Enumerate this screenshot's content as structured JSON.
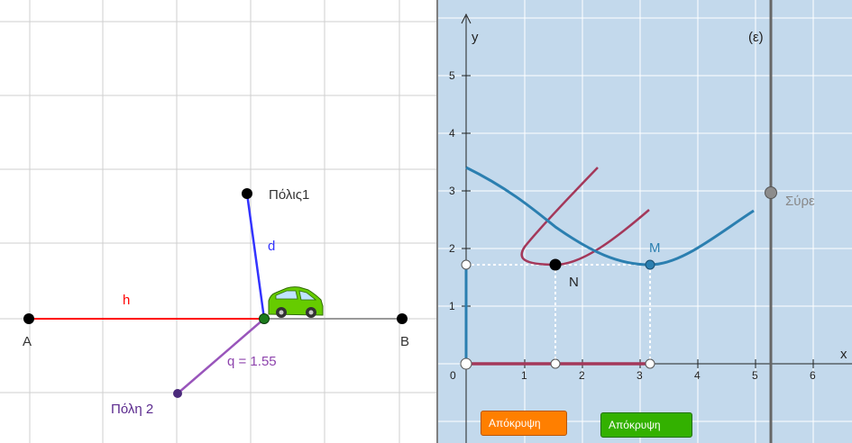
{
  "left": {
    "labels": {
      "A": "A",
      "B": "B",
      "h": "h",
      "d": "d",
      "city1": "Πόλις1",
      "city2": "Πόλη 2",
      "q": "q = 1.55"
    },
    "colors": {
      "h_segment": "#ff0000",
      "d_segment": "#3333ff",
      "q_segment": "#9955bb",
      "car_body": "#66cc00"
    },
    "icon": "car-icon"
  },
  "right": {
    "axis_labels": {
      "x": "x",
      "y": "y"
    },
    "x_ticks": [
      "0",
      "1",
      "2",
      "3",
      "4",
      "5",
      "6"
    ],
    "y_ticks": [
      "1",
      "2",
      "3",
      "4",
      "5"
    ],
    "labels": {
      "epsilon": "(ε)",
      "drag": "Σύρε",
      "M": "M",
      "N": "N"
    },
    "colors": {
      "background": "#c3d9ec",
      "blue_curve": "#2b7fb0",
      "red_curves": "#a4385a",
      "line_epsilon": "#666666"
    },
    "buttons": {
      "hide_orange": "Απόκρυψη",
      "hide_green": "Απόκρυψη"
    }
  }
}
